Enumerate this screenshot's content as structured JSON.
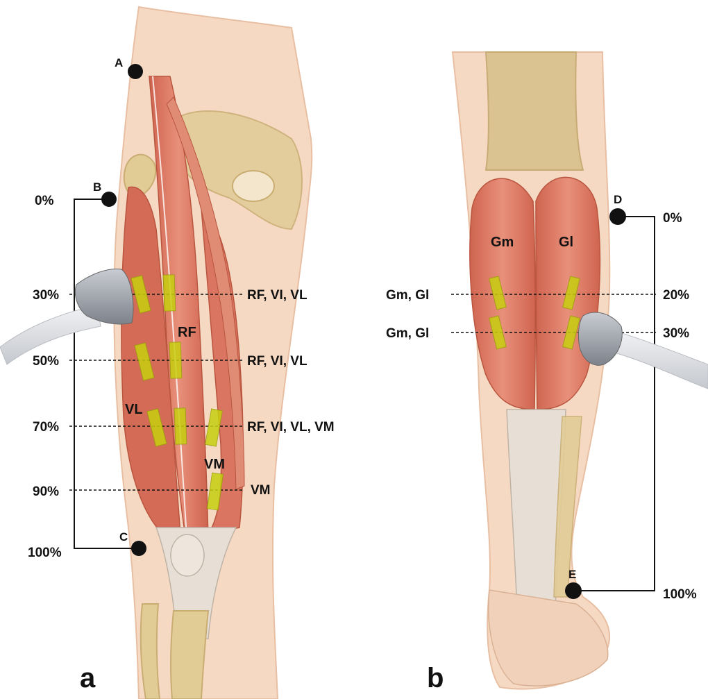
{
  "panel_a": {
    "panel_label": "a",
    "points": [
      "A",
      "B",
      "C"
    ],
    "levels": [
      {
        "percent": "0%"
      },
      {
        "percent": "30%",
        "muscles": "RF, VI, VL"
      },
      {
        "percent": "50%",
        "muscles": "RF, VI, VL"
      },
      {
        "percent": "70%",
        "muscles": "RF, VI, VL, VM"
      },
      {
        "percent": "90%",
        "muscles": "VM"
      },
      {
        "percent": "100%"
      }
    ],
    "muscle_labels": [
      "RF",
      "VL",
      "VM"
    ]
  },
  "panel_b": {
    "panel_label": "b",
    "points": [
      "D",
      "E"
    ],
    "levels": [
      {
        "percent": "0%"
      },
      {
        "percent": "20%",
        "muscles": "Gm, Gl"
      },
      {
        "percent": "30%",
        "muscles": "Gm, Gl"
      },
      {
        "percent": "100%"
      }
    ],
    "muscle_labels": [
      "Gm",
      "Gl"
    ]
  },
  "colors": {
    "skin": "#f6d9c3",
    "muscle": "#dd7a63",
    "bone": "#e2cc96",
    "tendon": "#e7dfd6",
    "marker": "#c8cf10",
    "probe": "#9ea3ab"
  }
}
